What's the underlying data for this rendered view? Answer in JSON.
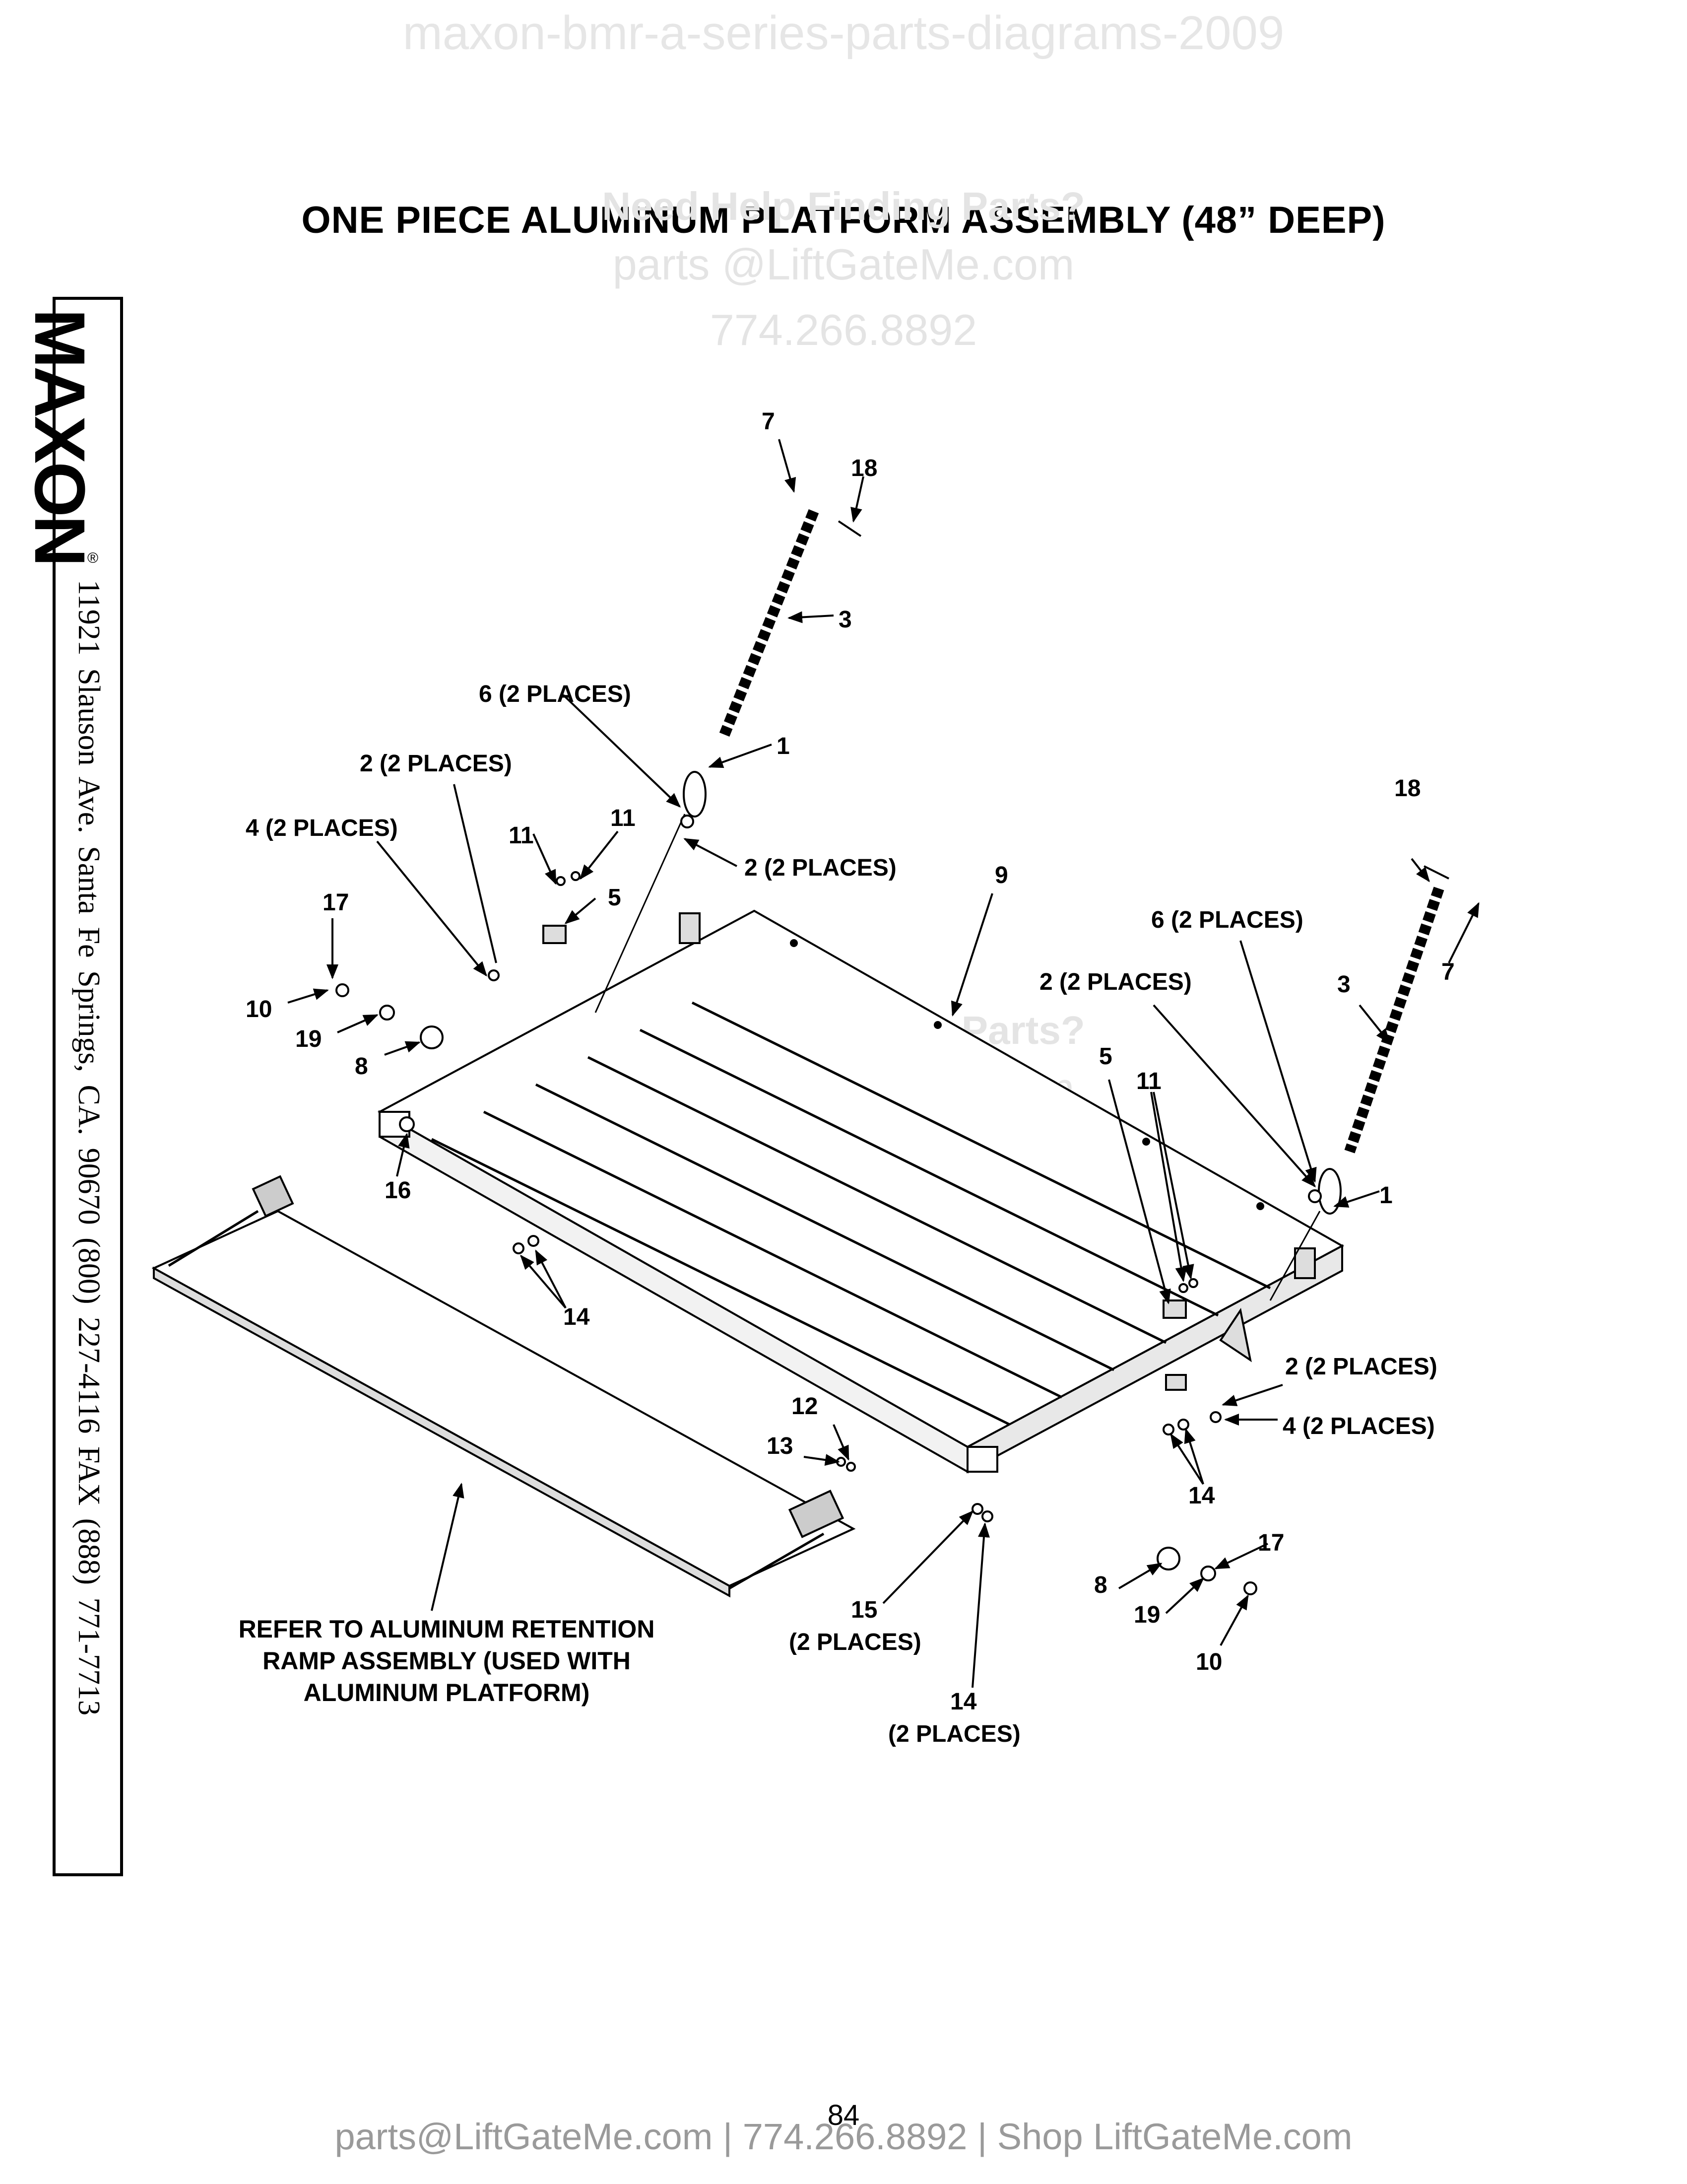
{
  "watermark_top": "maxon-bmr-a-series-parts-diagrams-2009",
  "title": "ONE PIECE ALUMINUM PLATFORM ASSEMBLY (48” DEEP)",
  "watermark": {
    "line1": "Need Help Finding Parts?",
    "line2": "parts @LiftGateMe.com",
    "line3": "774.266.8892"
  },
  "sidebar": {
    "logo": "MAXON",
    "registered": "®",
    "address": "11921 Slauson Ave.  Santa Fe Springs, CA.  90670  (800) 227-4116  FAX (888) 771-7713"
  },
  "callouts": [
    "7",
    "18",
    "3",
    "6 (2  PLACES)",
    "1",
    "2 (2  PLACES)",
    "4 (2  PLACES)",
    "11",
    "11",
    "5",
    "2 (2  PLACES)",
    "17",
    "10",
    "19",
    "8",
    "9",
    "18",
    "6 (2  PLACES)",
    "2 (2  PLACES)",
    "7",
    "3",
    "5",
    "11",
    "1",
    "16",
    "14",
    "2 (2  PLACES)",
    "4 (2  PLACES)",
    "12",
    "13",
    "14",
    "17",
    "8",
    "19",
    "10",
    "15",
    "(2 PLACES)",
    "14",
    "(2 PLACES)"
  ],
  "ramp_note": [
    "REFER TO ALUMINUM RETENTION",
    "RAMP ASSEMBLY (USED WITH",
    "ALUMINUM PLATFORM)"
  ],
  "page_number": "84",
  "footer": "parts@LiftGateMe.com | 774.266.8892 | Shop LiftGateMe.com"
}
